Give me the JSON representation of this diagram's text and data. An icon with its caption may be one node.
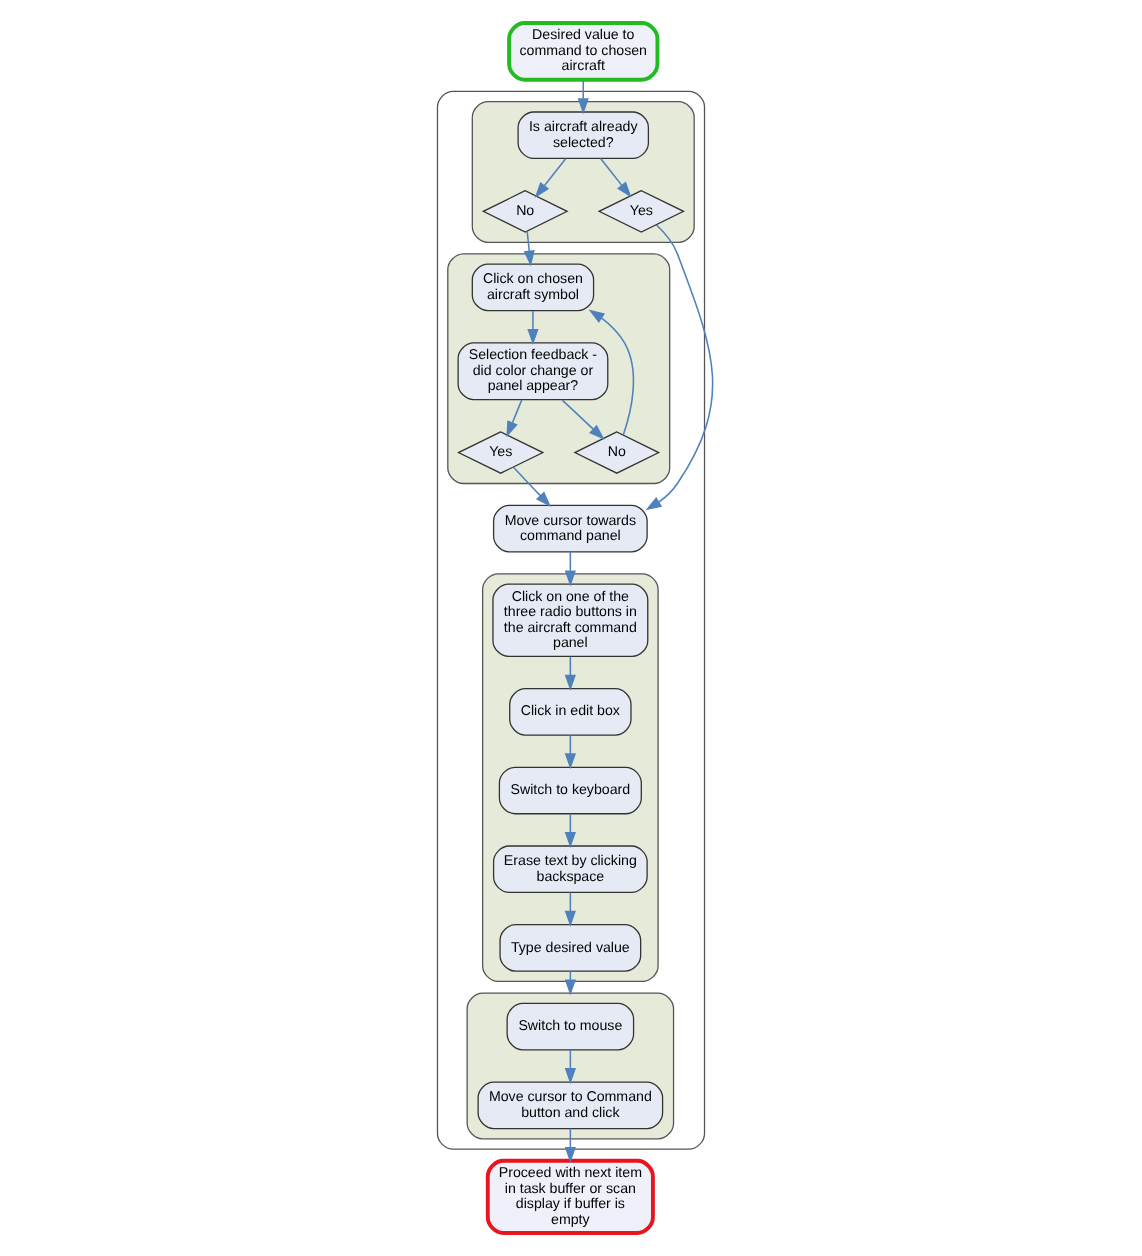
{
  "diagram": {
    "nodes": [
      {
        "text": [
          "Desired value to command to chosen aircraft"
        ]
      },
      {
        "text": [],
        "shape": "box"
      },
      {
        "text": [],
        "shape": "box",
        "in": 1
      },
      {
        "text": [
          "Is aircraft already selected?"
        ],
        "in": 2
      },
      {
        "text": [
          "No"
        ],
        "in": 2
      },
      {
        "text": [
          "Yes"
        ],
        "in": 2
      },
      {
        "text": [],
        "shape": "box",
        "in": 1
      },
      {
        "text": [
          "Click on chosen aircraft symbol"
        ],
        "in": 6
      },
      {
        "text": [
          "Selection feedback - did color change or panel appear?"
        ],
        "in": 6
      },
      {
        "text": [
          "No"
        ],
        "in": 6
      },
      {
        "text": [
          "Yes"
        ],
        "in": 6
      },
      {
        "text": [
          "Move cursor towards command panel"
        ],
        "in": 1
      },
      {
        "text": [],
        "shape": "box",
        "in": 1
      },
      {
        "text": [
          "Click on one of the three radio buttons in the aircraft command panel"
        ],
        "in": 12
      },
      {
        "text": [
          "Click in edit box"
        ],
        "in": 12
      },
      {
        "text": [
          "Switch to keyboard"
        ],
        "in": 12
      },
      {
        "text": [
          "Erase text by clicking backspace"
        ],
        "in": 12
      },
      {
        "text": [
          "Type desired value"
        ],
        "in": 12
      },
      {
        "text": [],
        "shape": "box",
        "in": 1
      },
      {
        "text": [
          "Switch to mouse"
        ],
        "in": 18
      },
      {
        "text": [
          "Move cursor to Command button and click"
        ],
        "in": 18
      },
      {
        "text": [
          "Proceed with next item in task buffer or scan display if buffer is empty"
        ]
      }
    ],
    "edges": [
      {
        "from": 0,
        "to": 3,
        "arrow": "to"
      },
      {
        "from": 3,
        "to": 4,
        "arrow": "to"
      },
      {
        "from": 3,
        "to": 5,
        "arrow": "to"
      },
      {
        "from": 4,
        "to": 7,
        "arrow": "to"
      },
      {
        "from": 5,
        "to": 11,
        "arrow": "to"
      },
      {
        "from": 7,
        "to": 8,
        "arrow": "to"
      },
      {
        "from": 8,
        "to": 9,
        "arrow": "to"
      },
      {
        "from": 8,
        "to": 10,
        "arrow": "to"
      },
      {
        "from": 9,
        "to": 7,
        "arrow": "to"
      },
      {
        "from": 10,
        "to": 11,
        "arrow": "to"
      },
      {
        "from": 11,
        "to": 13,
        "arrow": "to"
      },
      {
        "from": 13,
        "to": 14,
        "arrow": "to"
      },
      {
        "from": 14,
        "to": 15,
        "arrow": "to"
      },
      {
        "from": 15,
        "to": 16,
        "arrow": "to"
      },
      {
        "from": 16,
        "to": 17,
        "arrow": "to"
      },
      {
        "from": 17,
        "to": 18,
        "arrow": "to"
      },
      {
        "from": 19,
        "to": 20,
        "arrow": "to"
      },
      {
        "from": 20,
        "to": 21,
        "arrow": "to"
      }
    ]
  }
}
